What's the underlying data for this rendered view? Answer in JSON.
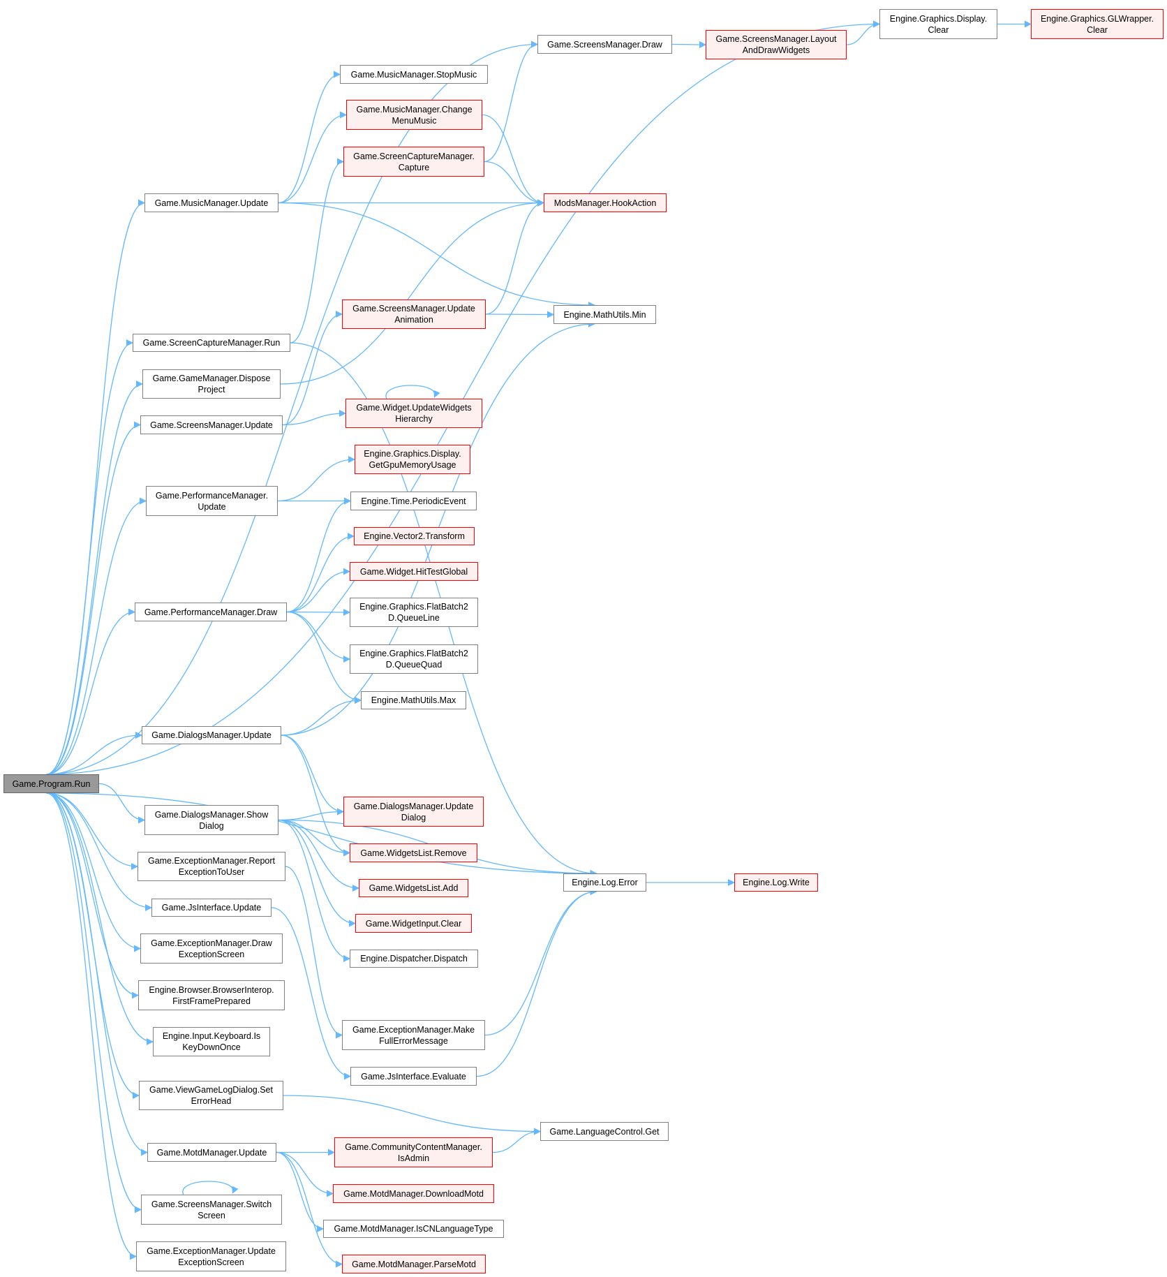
{
  "diagram": {
    "type": "call-graph",
    "colors": {
      "edge": "#63b8ff",
      "normal_fill": "#ffffff",
      "normal_border": "#808080",
      "truncated_fill": "#fff0f0",
      "truncated_border": "#ff0000",
      "root_fill": "#999999",
      "root_border": "#666666"
    },
    "nodes": [
      {
        "id": "run",
        "label": "Game.Program.Run",
        "style": "root"
      },
      {
        "id": "musicUpdate",
        "label": "Game.MusicManager.Update",
        "style": "normal"
      },
      {
        "id": "scRun",
        "label": "Game.ScreenCaptureManager.Run",
        "style": "normal"
      },
      {
        "id": "dispose",
        "label": "Game.GameManager.Dispose\nProject",
        "style": "normal"
      },
      {
        "id": "smUpdate",
        "label": "Game.ScreensManager.Update",
        "style": "normal"
      },
      {
        "id": "pmUpdate",
        "label": "Game.PerformanceManager.\nUpdate",
        "style": "normal"
      },
      {
        "id": "pmDraw",
        "label": "Game.PerformanceManager.Draw",
        "style": "normal"
      },
      {
        "id": "dmUpdate",
        "label": "Game.DialogsManager.Update",
        "style": "normal"
      },
      {
        "id": "showDialog",
        "label": "Game.DialogsManager.Show\nDialog",
        "style": "normal"
      },
      {
        "id": "reportEx",
        "label": "Game.ExceptionManager.Report\nExceptionToUser",
        "style": "normal"
      },
      {
        "id": "jsUpdate",
        "label": "Game.JsInterface.Update",
        "style": "normal"
      },
      {
        "id": "drawExScreen",
        "label": "Game.ExceptionManager.Draw\nExceptionScreen",
        "style": "normal"
      },
      {
        "id": "firstFrame",
        "label": "Engine.Browser.BrowserInterop.\nFirstFramePrepared",
        "style": "normal"
      },
      {
        "id": "keyDown",
        "label": "Engine.Input.Keyboard.Is\nKeyDownOnce",
        "style": "normal"
      },
      {
        "id": "setErrorHead",
        "label": "Game.ViewGameLogDialog.Set\nErrorHead",
        "style": "normal"
      },
      {
        "id": "motdUpdate",
        "label": "Game.MotdManager.Update",
        "style": "normal"
      },
      {
        "id": "switchScreen",
        "label": "Game.ScreensManager.Switch\nScreen",
        "style": "normal"
      },
      {
        "id": "updExScreen",
        "label": "Game.ExceptionManager.Update\nExceptionScreen",
        "style": "normal"
      },
      {
        "id": "stopMusic",
        "label": "Game.MusicManager.StopMusic",
        "style": "normal"
      },
      {
        "id": "changeMenu",
        "label": "Game.MusicManager.Change\nMenuMusic",
        "style": "truncated"
      },
      {
        "id": "capture",
        "label": "Game.ScreenCaptureManager.\nCapture",
        "style": "truncated"
      },
      {
        "id": "updAnim",
        "label": "Game.ScreensManager.Update\nAnimation",
        "style": "truncated"
      },
      {
        "id": "widgetsHier",
        "label": "Game.Widget.UpdateWidgets\nHierarchy",
        "style": "truncated"
      },
      {
        "id": "gpuMem",
        "label": "Engine.Graphics.Display.\nGetGpuMemoryUsage",
        "style": "truncated"
      },
      {
        "id": "periodic",
        "label": "Engine.Time.PeriodicEvent",
        "style": "normal"
      },
      {
        "id": "transform",
        "label": "Engine.Vector2.Transform",
        "style": "truncated"
      },
      {
        "id": "hitTest",
        "label": "Game.Widget.HitTestGlobal",
        "style": "truncated"
      },
      {
        "id": "queueLine",
        "label": "Engine.Graphics.FlatBatch2\nD.QueueLine",
        "style": "normal"
      },
      {
        "id": "queueQuad",
        "label": "Engine.Graphics.FlatBatch2\nD.QueueQuad",
        "style": "normal"
      },
      {
        "id": "max",
        "label": "Engine.MathUtils.Max",
        "style": "normal"
      },
      {
        "id": "updDialog",
        "label": "Game.DialogsManager.Update\nDialog",
        "style": "truncated"
      },
      {
        "id": "remove",
        "label": "Game.WidgetsList.Remove",
        "style": "truncated"
      },
      {
        "id": "add",
        "label": "Game.WidgetsList.Add",
        "style": "truncated"
      },
      {
        "id": "inputClear",
        "label": "Game.WidgetInput.Clear",
        "style": "truncated"
      },
      {
        "id": "dispatch",
        "label": "Engine.Dispatcher.Dispatch",
        "style": "normal"
      },
      {
        "id": "makeFull",
        "label": "Game.ExceptionManager.Make\nFullErrorMessage",
        "style": "normal"
      },
      {
        "id": "evaluate",
        "label": "Game.JsInterface.Evaluate",
        "style": "normal"
      },
      {
        "id": "isAdmin",
        "label": "Game.CommunityContentManager.\nIsAdmin",
        "style": "truncated"
      },
      {
        "id": "download",
        "label": "Game.MotdManager.DownloadMotd",
        "style": "truncated"
      },
      {
        "id": "isCN",
        "label": "Game.MotdManager.IsCNLanguageType",
        "style": "normal"
      },
      {
        "id": "parse",
        "label": "Game.MotdManager.ParseMotd",
        "style": "truncated"
      },
      {
        "id": "smDraw",
        "label": "Game.ScreensManager.Draw",
        "style": "normal"
      },
      {
        "id": "layout",
        "label": "Game.ScreensManager.Layout\nAndDrawWidgets",
        "style": "truncated"
      },
      {
        "id": "hook",
        "label": "ModsManager.HookAction",
        "style": "truncated"
      },
      {
        "id": "min",
        "label": "Engine.MathUtils.Min",
        "style": "normal"
      },
      {
        "id": "logError",
        "label": "Engine.Log.Error",
        "style": "normal"
      },
      {
        "id": "langGet",
        "label": "Game.LanguageControl.Get",
        "style": "normal"
      },
      {
        "id": "displayClear",
        "label": "Engine.Graphics.Display.\nClear",
        "style": "normal"
      },
      {
        "id": "logWrite",
        "label": "Engine.Log.Write",
        "style": "truncated"
      },
      {
        "id": "glClear",
        "label": "Engine.Graphics.GLWrapper.\nClear",
        "style": "truncated"
      }
    ],
    "edges": [
      [
        "run",
        "displayClear"
      ],
      [
        "run",
        "smDraw"
      ],
      [
        "run",
        "musicUpdate"
      ],
      [
        "run",
        "scRun"
      ],
      [
        "run",
        "dispose"
      ],
      [
        "run",
        "smUpdate"
      ],
      [
        "run",
        "pmUpdate"
      ],
      [
        "run",
        "pmDraw"
      ],
      [
        "run",
        "dmUpdate"
      ],
      [
        "run",
        "logError"
      ],
      [
        "run",
        "showDialog"
      ],
      [
        "run",
        "reportEx"
      ],
      [
        "run",
        "jsUpdate"
      ],
      [
        "run",
        "drawExScreen"
      ],
      [
        "run",
        "firstFrame"
      ],
      [
        "run",
        "keyDown"
      ],
      [
        "run",
        "setErrorHead"
      ],
      [
        "run",
        "motdUpdate"
      ],
      [
        "run",
        "switchScreen"
      ],
      [
        "run",
        "updExScreen"
      ],
      [
        "smDraw",
        "layout"
      ],
      [
        "layout",
        "displayClear"
      ],
      [
        "displayClear",
        "glClear"
      ],
      [
        "musicUpdate",
        "stopMusic"
      ],
      [
        "musicUpdate",
        "changeMenu"
      ],
      [
        "musicUpdate",
        "hook"
      ],
      [
        "musicUpdate",
        "min"
      ],
      [
        "changeMenu",
        "hook"
      ],
      [
        "capture",
        "smDraw"
      ],
      [
        "capture",
        "hook"
      ],
      [
        "scRun",
        "capture"
      ],
      [
        "scRun",
        "logError"
      ],
      [
        "dispose",
        "hook"
      ],
      [
        "smUpdate",
        "updAnim"
      ],
      [
        "smUpdate",
        "widgetsHier"
      ],
      [
        "updAnim",
        "hook"
      ],
      [
        "updAnim",
        "min"
      ],
      [
        "widgetsHier",
        "widgetsHier"
      ],
      [
        "pmUpdate",
        "gpuMem"
      ],
      [
        "pmUpdate",
        "periodic"
      ],
      [
        "pmDraw",
        "periodic"
      ],
      [
        "pmDraw",
        "transform"
      ],
      [
        "pmDraw",
        "hitTest"
      ],
      [
        "pmDraw",
        "queueLine"
      ],
      [
        "pmDraw",
        "queueQuad"
      ],
      [
        "pmDraw",
        "max"
      ],
      [
        "dmUpdate",
        "max"
      ],
      [
        "dmUpdate",
        "min"
      ],
      [
        "dmUpdate",
        "updDialog"
      ],
      [
        "dmUpdate",
        "remove"
      ],
      [
        "showDialog",
        "updDialog"
      ],
      [
        "showDialog",
        "remove"
      ],
      [
        "showDialog",
        "add"
      ],
      [
        "showDialog",
        "inputClear"
      ],
      [
        "showDialog",
        "dispatch"
      ],
      [
        "showDialog",
        "logError"
      ],
      [
        "reportEx",
        "makeFull"
      ],
      [
        "jsUpdate",
        "evaluate"
      ],
      [
        "makeFull",
        "logError"
      ],
      [
        "evaluate",
        "logError"
      ],
      [
        "logError",
        "logWrite"
      ],
      [
        "setErrorHead",
        "langGet"
      ],
      [
        "motdUpdate",
        "isAdmin"
      ],
      [
        "motdUpdate",
        "download"
      ],
      [
        "motdUpdate",
        "isCN"
      ],
      [
        "motdUpdate",
        "parse"
      ],
      [
        "isAdmin",
        "langGet"
      ],
      [
        "switchScreen",
        "switchScreen"
      ]
    ]
  }
}
